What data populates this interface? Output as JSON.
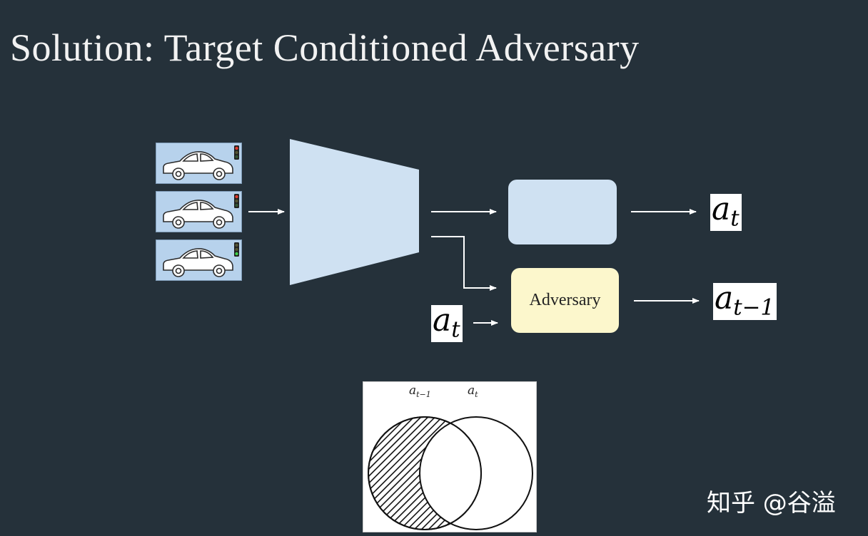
{
  "title": "Solution: Target Conditioned Adversary",
  "input_frames": [
    {
      "object": "car-icon",
      "traffic_light": "red"
    },
    {
      "object": "car-icon",
      "traffic_light": "red"
    },
    {
      "object": "car-icon",
      "traffic_light": "green"
    }
  ],
  "encoder": {
    "shape": "trapezoid",
    "color": "#cfe1f2"
  },
  "policy_head": {
    "color": "#cfe1f2",
    "output": {
      "base": "a",
      "sub": "t"
    }
  },
  "adversary": {
    "label": "Adversary",
    "color": "#fcf7cc",
    "input": {
      "base": "a",
      "sub": "t"
    },
    "output": {
      "base": "a",
      "sub": "t−1"
    }
  },
  "venn": {
    "left_label": {
      "base": "a",
      "sub": "t−1"
    },
    "right_label": {
      "base": "a",
      "sub": "t"
    },
    "shaded_region": "left-only"
  },
  "watermark": "知乎 @谷溢",
  "colors": {
    "background": "#25313a",
    "frame_bg": "#b7d2ec",
    "arrow": "#ffffff"
  }
}
